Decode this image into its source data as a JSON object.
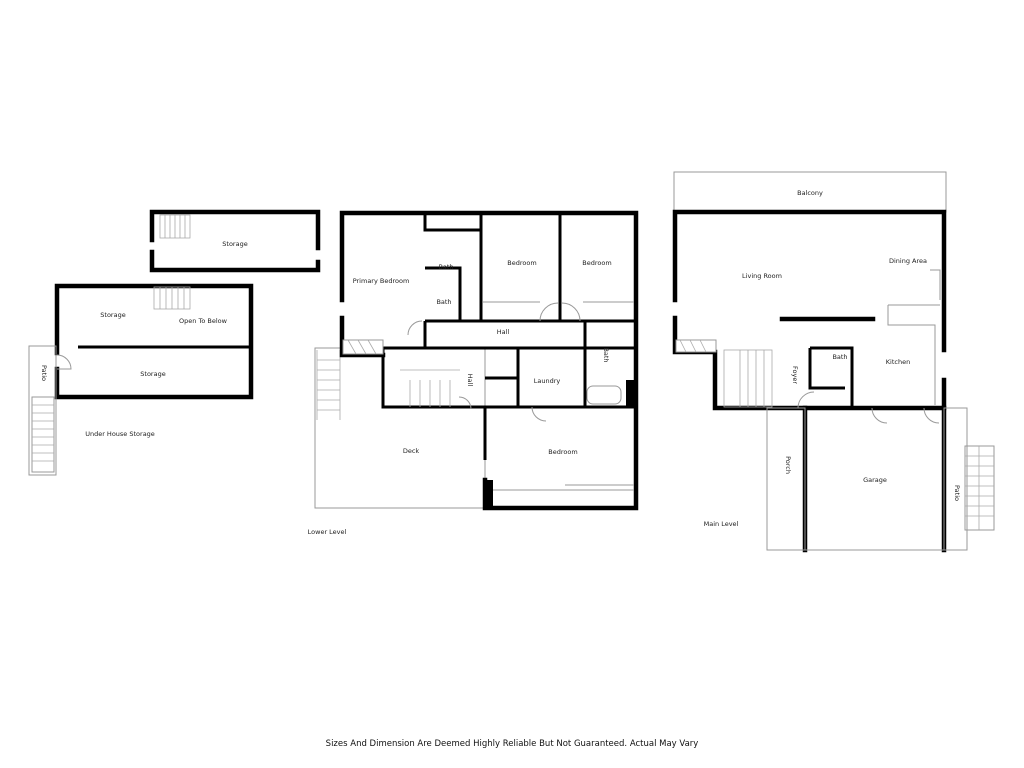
{
  "under_house": {
    "upper_storage": "Storage",
    "storage_left": "Storage",
    "open_to_below": "Open To Below",
    "storage_lower": "Storage",
    "patio": "Patio",
    "caption": "Under House Storage"
  },
  "lower_level": {
    "primary_bedroom": "Primary Bedroom",
    "bath_primary": "Bath",
    "bath_small": "Bath",
    "bedroom_1": "Bedroom",
    "bedroom_2": "Bedroom",
    "hall": "Hall",
    "bath_hall": "Bath",
    "laundry": "Laundry",
    "hall_small": "Hall",
    "deck": "Deck",
    "bedroom_3": "Bedroom",
    "caption": "Lower Level"
  },
  "main_level": {
    "balcony": "Balcony",
    "living_room": "Living Room",
    "dining_area": "Dining Area",
    "kitchen": "Kitchen",
    "bath": "Bath",
    "foyer": "Foyer",
    "porch": "Porch",
    "garage": "Garage",
    "patio": "Patio",
    "caption": "Main Level"
  },
  "disclaimer": "Sizes And Dimension Are Deemed Highly Reliable But Not Guaranteed. Actual May Vary"
}
